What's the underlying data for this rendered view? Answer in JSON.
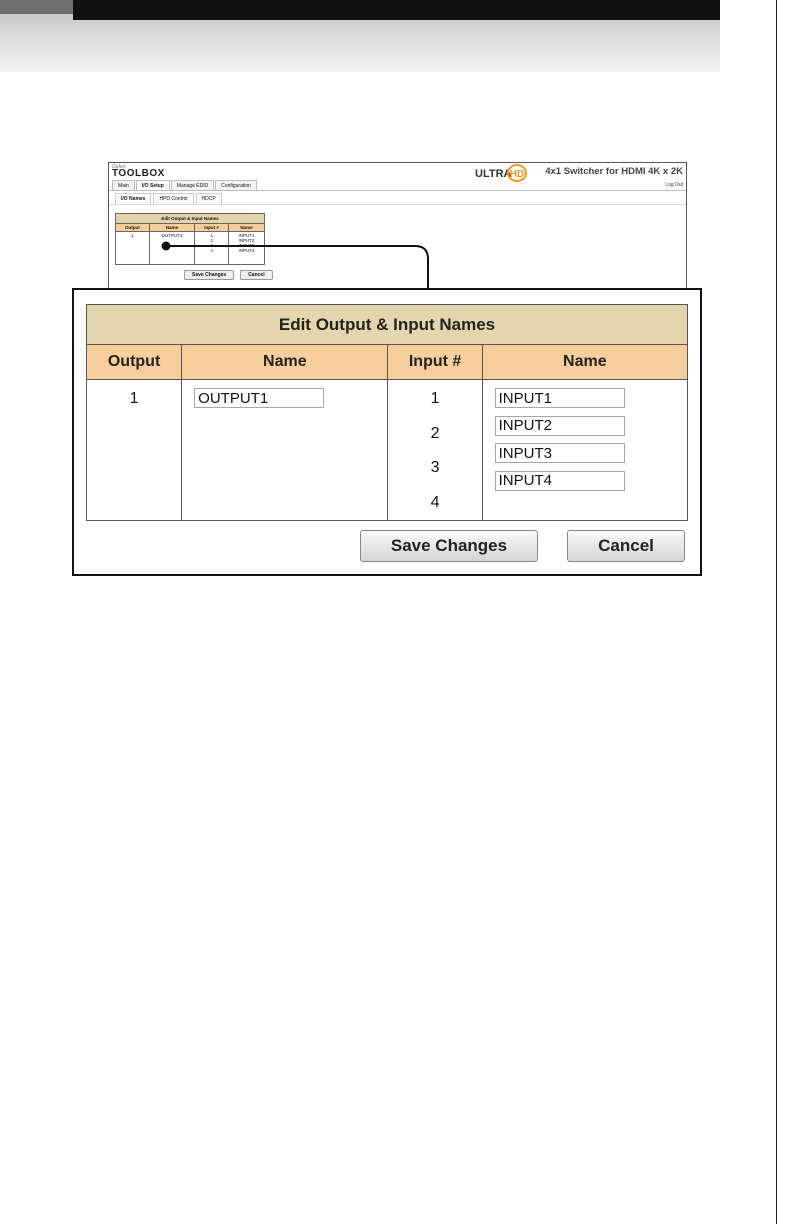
{
  "mini_ui": {
    "logo_small": "Gefen",
    "logo": "TOOLBOX",
    "brand_ultra": "ULTRA",
    "brand_hd": "HD",
    "title": "4x1 Switcher for HDMI 4K x 2K",
    "logout": "Log Out",
    "tabs": [
      "Main",
      "I/O Setup",
      "Manage EDID",
      "Configuration"
    ],
    "subtabs": [
      "I/O Names",
      "HPD Control",
      "HDCP"
    ],
    "table_title": "Edit Output & Input Names",
    "headers": [
      "Output",
      "Name",
      "Input #",
      "Name"
    ],
    "output_number": "1",
    "output_name": "OUTPUT1",
    "input_numbers": [
      "1",
      "2",
      "3",
      "4"
    ],
    "input_names": [
      "INPUT1",
      "INPUT2",
      "INPUT3",
      "INPUT4"
    ],
    "save_label": "Save Changes",
    "cancel_label": "Cancel"
  },
  "panel": {
    "title": "Edit Output & Input Names",
    "headers": {
      "output": "Output",
      "output_name": "Name",
      "input_num": "Input #",
      "input_name": "Name"
    },
    "output": {
      "number": "1",
      "name": "OUTPUT1"
    },
    "inputs": [
      {
        "number": "1",
        "name": "INPUT1"
      },
      {
        "number": "2",
        "name": "INPUT2"
      },
      {
        "number": "3",
        "name": "INPUT3"
      },
      {
        "number": "4",
        "name": "INPUT4"
      }
    ],
    "save_label": "Save Changes",
    "cancel_label": "Cancel"
  },
  "colors": {
    "title_row": "#e5d5ae",
    "header_row": "#f7cf9d",
    "brand_orange": "#f39a1e"
  }
}
